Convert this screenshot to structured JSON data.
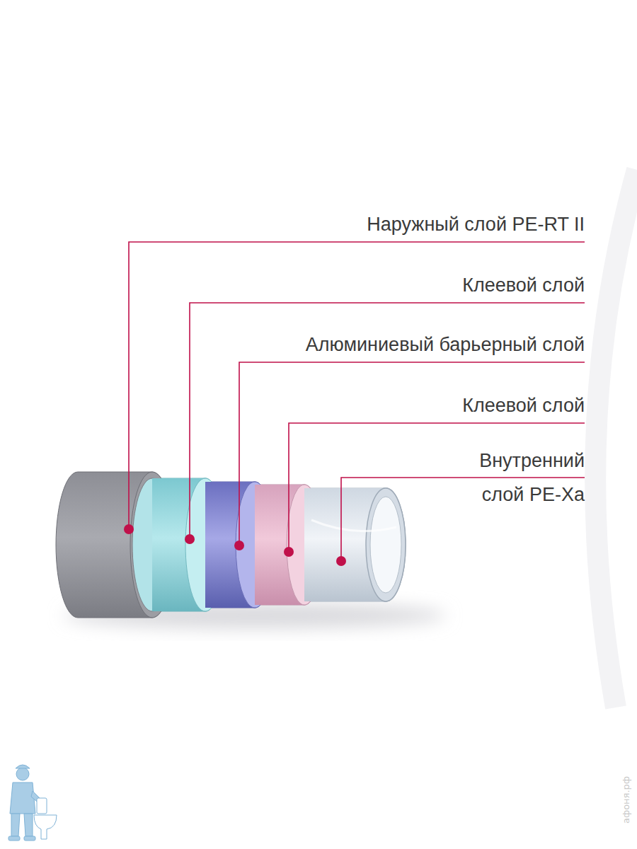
{
  "diagram": {
    "labels": [
      "Наружный слой PE-RT II",
      "Клеевой слой",
      "Алюминиевый барьерный слой",
      "Клеевой слой",
      "Внутренний слой PE-Xa",
      "афоня.рф"
    ]
  }
}
